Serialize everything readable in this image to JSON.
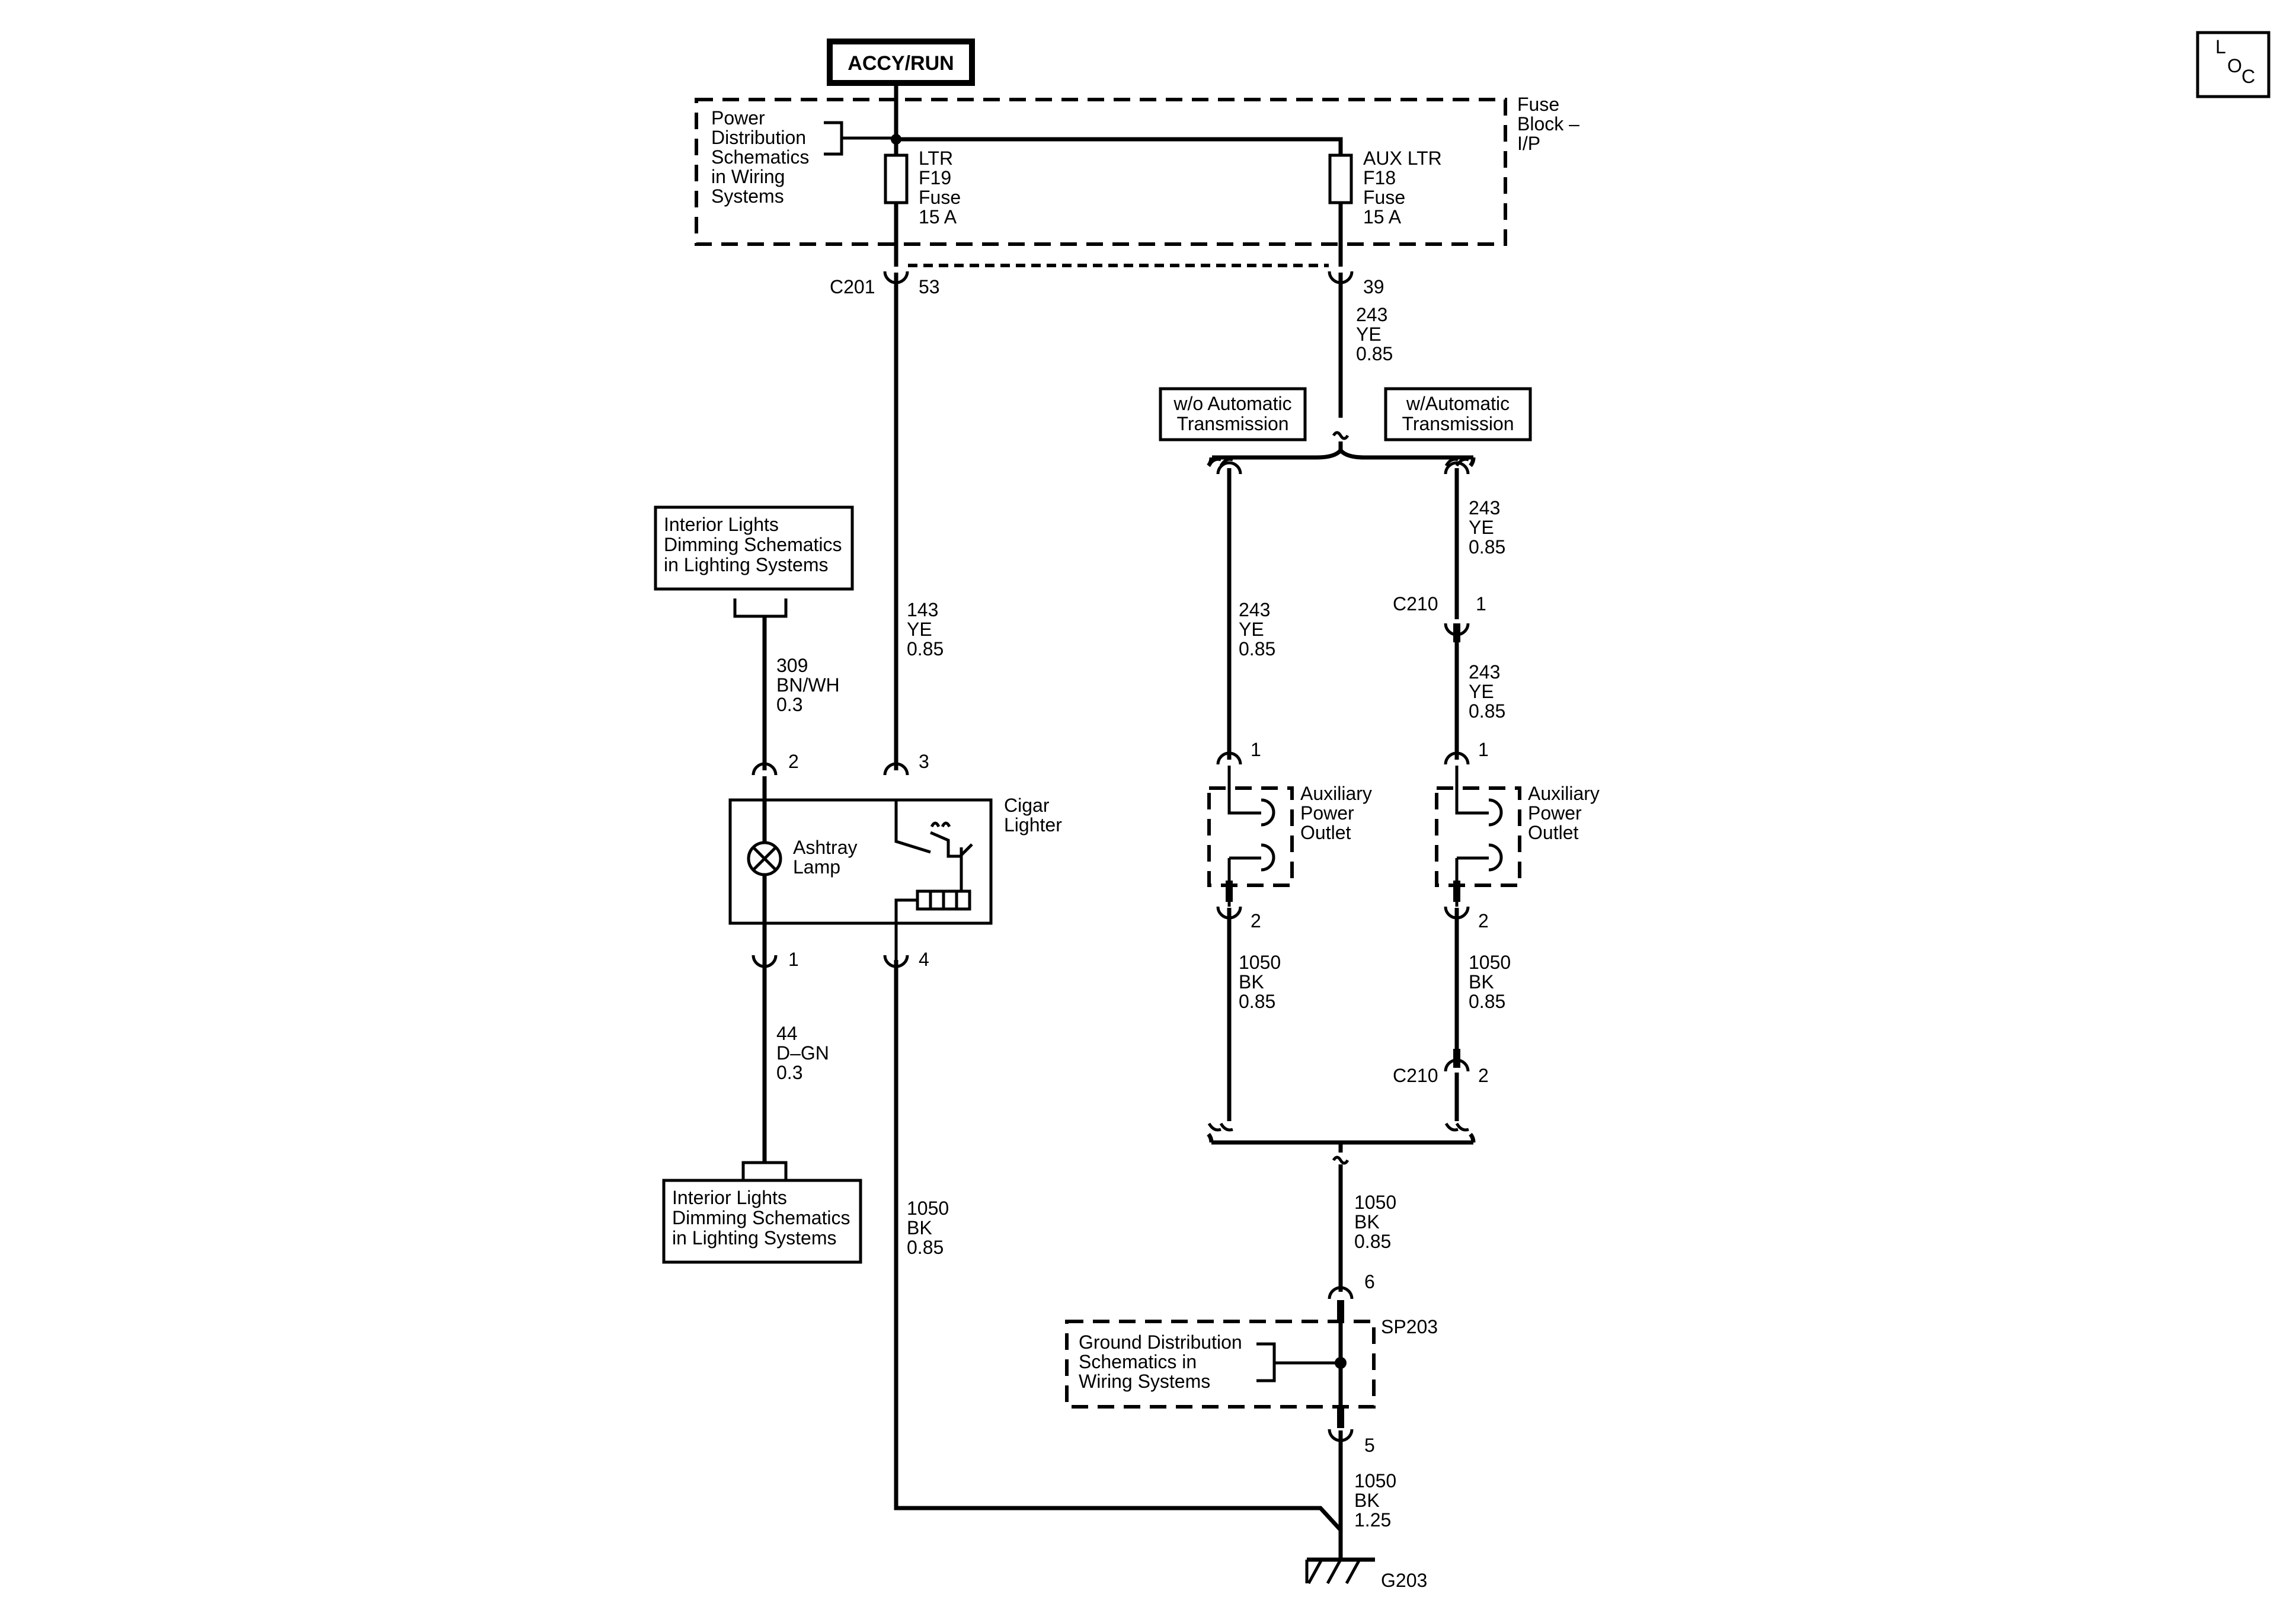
{
  "header": {
    "power_source": "ACCY/RUN",
    "loc_letters": [
      "L",
      "O",
      "C"
    ]
  },
  "fuse_block": {
    "label": [
      "Fuse",
      "Block –",
      "I/P"
    ],
    "power_dist_ref": [
      "Power",
      "Distribution",
      "Schematics",
      "in Wiring",
      "Systems"
    ],
    "fuse_f19": [
      "LTR",
      "F19",
      "Fuse",
      "15 A"
    ],
    "fuse_f18": [
      "AUX LTR",
      "F18",
      "Fuse",
      "15 A"
    ]
  },
  "connectors": {
    "c201": "C201",
    "c201_pin_53": "53",
    "c201_pin_39": "39",
    "c210_top": "C210",
    "c210_pin_1": "1",
    "c210_bottom": "C210",
    "c210_pin_2": "2"
  },
  "wires": {
    "w143": [
      "143",
      "YE",
      "0.85"
    ],
    "w243_fuse": [
      "243",
      "YE",
      "0.85"
    ],
    "w243_left": [
      "243",
      "YE",
      "0.85"
    ],
    "w243_right_a": [
      "243",
      "YE",
      "0.85"
    ],
    "w243_right_b": [
      "243",
      "YE",
      "0.85"
    ],
    "w309": [
      "309",
      "BN/WH",
      "0.3"
    ],
    "w44": [
      "44",
      "D–GN",
      "0.3"
    ],
    "w1050_lighter": [
      "1050",
      "BK",
      "0.85"
    ],
    "w1050_left_outlet": [
      "1050",
      "BK",
      "0.85"
    ],
    "w1050_right_outlet": [
      "1050",
      "BK",
      "0.85"
    ],
    "w1050_splice": [
      "1050",
      "BK",
      "0.85"
    ],
    "w1050_ground": [
      "1050",
      "BK",
      "1.25"
    ]
  },
  "options": {
    "without_auto": [
      "w/o Automatic",
      "Transmission"
    ],
    "with_auto": [
      "w/Automatic",
      "Transmission"
    ]
  },
  "components": {
    "dimming_ref_top": [
      "Interior Lights",
      "Dimming Schematics",
      "in Lighting Systems"
    ],
    "dimming_ref_bottom": [
      "Interior Lights",
      "Dimming Schematics",
      "in Lighting Systems"
    ],
    "ashtray_lamp": [
      "Ashtray",
      "Lamp"
    ],
    "cigar_lighter": [
      "Cigar",
      "Lighter"
    ],
    "aux_outlet_left": [
      "Auxiliary",
      "Power",
      "Outlet"
    ],
    "aux_outlet_right": [
      "Auxiliary",
      "Power",
      "Outlet"
    ],
    "ground_dist_ref": [
      "Ground Distribution",
      "Schematics in",
      "Wiring Systems"
    ]
  },
  "pins": {
    "ashtray_top": "2",
    "lighter_top": "3",
    "ashtray_bottom": "1",
    "lighter_bottom": "4",
    "outlet_left_top": "1",
    "outlet_left_bottom": "2",
    "outlet_right_top": "1",
    "outlet_right_bottom": "2",
    "splice_top": "6",
    "splice_bottom": "5"
  },
  "splice": "SP203",
  "ground": "G203"
}
